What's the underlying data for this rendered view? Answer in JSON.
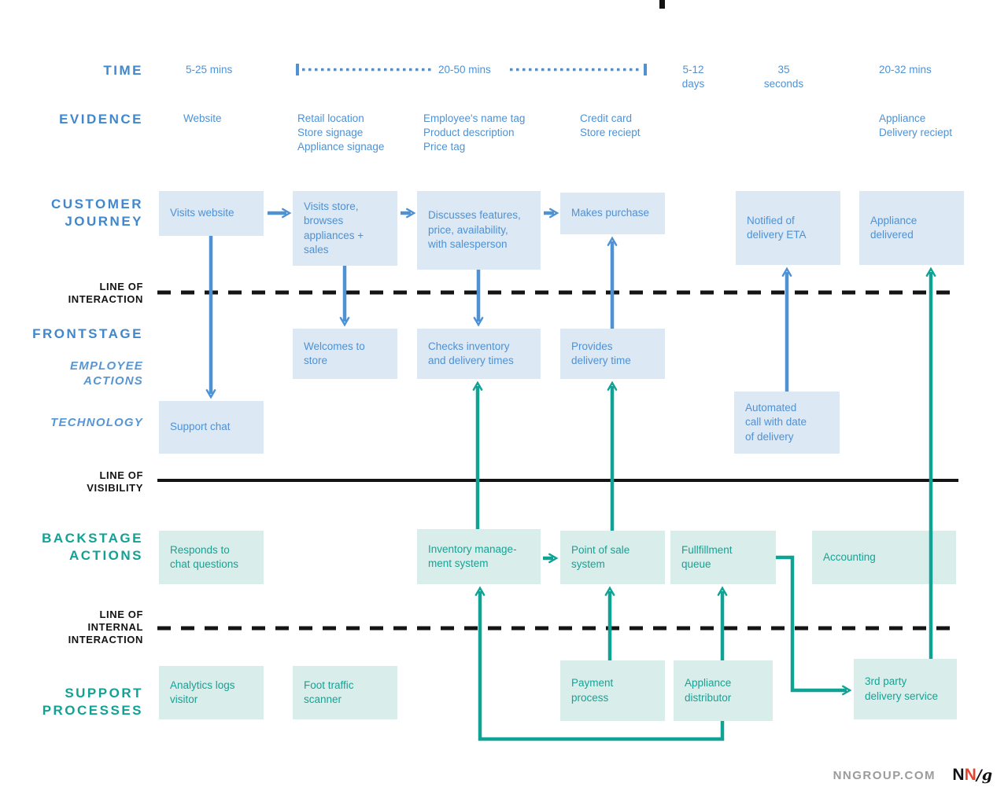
{
  "colors": {
    "blue_label": "#4087cb",
    "blue_text": "#4e92d4",
    "blue_box_bg": "#dce8f4",
    "teal": "#12a195",
    "teal_box_bg": "#d9eeea",
    "line_black": "#141414",
    "footer_gray": "#9b9b9b",
    "logo_red": "#e8432d"
  },
  "rail": {
    "time": "TIME",
    "evidence": "EVIDENCE",
    "customer_journey": "CUSTOMER\nJOURNEY",
    "line_of_interaction": "LINE OF\nINTERACTION",
    "frontstage": "FRONTSTAGE",
    "employee_actions": "EMPLOYEE\nACTIONS",
    "technology": "TECHNOLOGY",
    "line_of_visibility": "LINE OF\nVISIBILITY",
    "backstage_actions": "BACKSTAGE\nACTIONS",
    "line_of_internal_interaction": "LINE OF\nINTERNAL\nINTERACTION",
    "support_processes": "SUPPORT\nPROCESSES"
  },
  "time": {
    "t1": "5-25 mins",
    "t2": "20-50 mins",
    "t3": "5-12\ndays",
    "t4": "35\nseconds",
    "t5": "20-32 mins"
  },
  "evidence": {
    "e1": "Website",
    "e2": "Retail location\nStore signage\nAppliance signage",
    "e3": "Employee's name tag\nProduct description\nPrice tag",
    "e4": "Credit card\nStore reciept",
    "e5": "Appliance\nDelivery reciept"
  },
  "journey": {
    "visits_website": "Visits website",
    "visits_store": "Visits store,\nbrowses\nappliances +\nsales",
    "discusses": "Discusses features,\nprice, availability,\nwith salesperson",
    "makes_purchase": "Makes purchase",
    "notified": "Notified of\ndelivery ETA",
    "delivered": "Appliance\ndelivered"
  },
  "frontstage": {
    "welcomes": "Welcomes to\nstore",
    "checks_inventory": "Checks inventory\nand delivery times",
    "provides_time": "Provides\ndelivery time"
  },
  "technology": {
    "support_chat": "Support chat",
    "automated_call": "Automated\ncall with date\nof delivery"
  },
  "backstage": {
    "responds_chat": "Responds to\nchat questions",
    "inventory_mgmt": "Inventory manage-\nment system",
    "pos_system": "Point of sale\nsystem",
    "fullfillment_queue": "Fullfillment\nqueue",
    "accounting": "Accounting"
  },
  "support": {
    "analytics": "Analytics logs\nvisitor",
    "foot_traffic": "Foot traffic\nscanner",
    "payment": "Payment\nprocess",
    "appliance_dist": "Appliance\ndistributor",
    "third_party": "3rd party\ndelivery service"
  },
  "footer": {
    "site": "NNGROUP.COM",
    "logo_n1": "N",
    "logo_n2": "N",
    "logo_g": "/g"
  }
}
